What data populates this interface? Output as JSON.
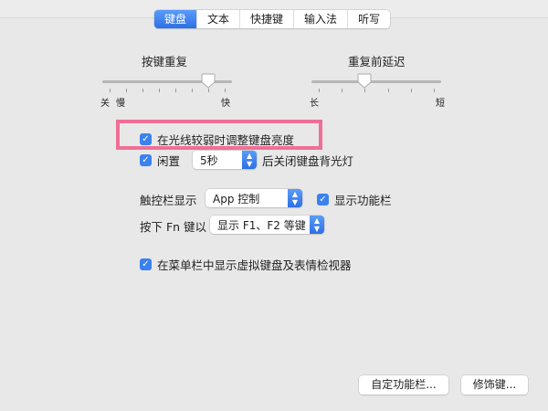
{
  "tabs": [
    {
      "label": "键盘",
      "active": true
    },
    {
      "label": "文本"
    },
    {
      "label": "快捷键"
    },
    {
      "label": "输入法"
    },
    {
      "label": "听写"
    }
  ],
  "key_repeat": {
    "title": "按键重复",
    "min_label": "关",
    "slow_label": "慢",
    "max_label": "快",
    "ticks": 8,
    "value_index": 6
  },
  "delay_until_repeat": {
    "title": "重复前延迟",
    "min_label": "长",
    "max_label": "短",
    "ticks": 6,
    "value_index": 2
  },
  "adjust_brightness": {
    "label": "在光线较弱时调整键盘亮度",
    "checked": true
  },
  "idle_backlight": {
    "prefix": "闲置",
    "value": "5秒",
    "suffix": "后关闭键盘背光灯",
    "checked": true
  },
  "touch_bar": {
    "label": "触控栏显示",
    "value": "App 控制",
    "show_strip_label": "显示功能栏",
    "show_strip_checked": true
  },
  "fn_key": {
    "label": "按下 Fn 键以",
    "value": "显示 F1、F2 等键"
  },
  "menu_bar_viewer": {
    "label": "在菜单栏中显示虚拟键盘及表情检视器",
    "checked": true
  },
  "buttons": {
    "customize": "自定功能栏...",
    "modifier": "修饰键..."
  },
  "colors": {
    "accent": "#3b82f0",
    "highlight": "#ef6f96"
  }
}
